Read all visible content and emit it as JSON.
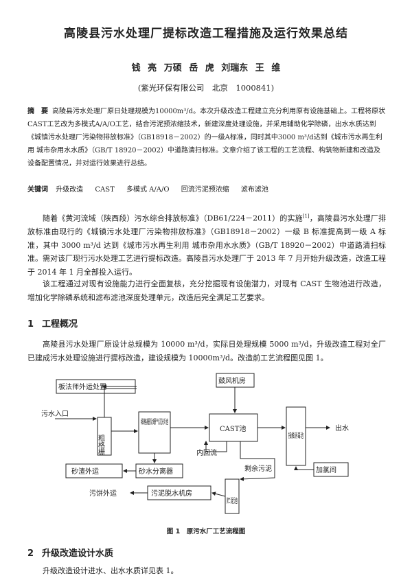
{
  "title": "高陵县污水处理厂提标改造工程措施及运行效果总结",
  "authors": "钱 亮 万硕 岳 虎 刘瑞东 王 维",
  "affiliation": "(紫光环保有限公司　北京　1000841)",
  "abstract": {
    "label": "摘　要",
    "text": "高陵县污水处理厂原日处理规模为10000m³/d。本次升级改造工程建立充分利用原有设施基础上。工程将原状CAST工艺改为多模式A/A/O工艺，结合污泥预浓缩技术，新建深度处理设施，并采用辅助化学除磷，出水水质达到《城镇污水处理厂污染物排放标准》（GB18918－2002）的一级A标准，同时其中3000 m³/d达到《城市污水再生利用 城市杂用水水质》（GB/T 18920－2002）中道路清扫标准。文章介绍了该工程的工艺流程、构筑物新建和改造及设备配置情况，并对运行效果进行总结。"
  },
  "keywords": {
    "label": "关键词",
    "items": [
      "升级改造",
      "CAST",
      "多模式 A/A/O",
      "回流污泥预浓缩",
      "滤布滤池"
    ]
  },
  "intro": {
    "p1_before_ref": "随着《黄河流域（陕西段）污水综合排放标准》（DB61/224－2011）的实施",
    "p1_ref": "[1]",
    "p1_after_ref": "，高陵县污水处理厂排放标准由现行的《城镇污水处理厂污染物排放标准》（GB18918－2002）一级 B 标准提高到一级 A 标准，其中 3000 m³/d 达到《城市污水再生利用 城市杂用水水质》（GB/T 18920－2002）中道路清扫标准。需对该厂现行污水处理工艺进行提标改造。高陵县污水处理厂于 2013 年 7 月开始升级改造，改造工程于 2014 年 1 月全部投入运行。",
    "p2": "该工程通过对现有设施能力进行全面复核，充分挖掘现有设施潜力，对现有 CAST 生物池进行改造，增加化学除磷系统和滤布滤池深度处理单元，改造后完全满足工艺要求。"
  },
  "section1": {
    "number": "1",
    "title": "工程概况",
    "text": "高陵县污水处理厂原设计总规模为 10000 m³/d，实际日处理规模 5000 m³/d，升级改造工程对全厂已建成污水处理设施进行提标改造，建设规模为 10000m³/d。改造前工艺流程图见图 1。"
  },
  "figure": {
    "nodes": {
      "sludge_truck": "板法师外运处置",
      "inlet": "污水入口",
      "coarse_screen": "粗格栅",
      "fine_screen_grit": "细格栅及曝气沉砂池",
      "cast": "CAST池",
      "blower": "鼓风机房",
      "contact_tank": "接触消毒池",
      "outlet": "出水",
      "chlorine": "加氯间",
      "sand_out": "砂渣外运",
      "sand_sep": "砂水分离器",
      "sludge_out": "污饼外运",
      "dewater": "污泥脱水机房",
      "storage": "贮泥池",
      "internal_return": "内回流",
      "excess_sludge": "剩余污泥"
    },
    "caption": "图 1　原污水厂工艺流程图"
  },
  "section2": {
    "number": "2",
    "title": "升级改造设计水质",
    "text": "升级改造设计进水、出水水质详见表 1。"
  }
}
